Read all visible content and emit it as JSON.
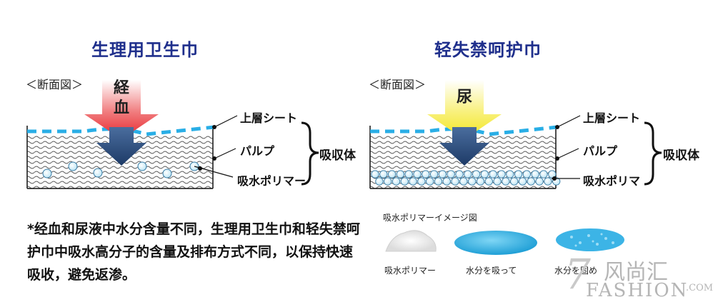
{
  "left": {
    "title": "生理用卫生巾",
    "section": "＜断面図＞",
    "arrow_text": "経血",
    "layers": [
      "上層シート",
      "パルプ",
      "吸水ポリマー"
    ],
    "brace": "吸収体"
  },
  "right": {
    "title": "轻失禁呵护巾",
    "section": "＜断面図＞",
    "arrow_text": "尿",
    "layers": [
      "上層シート",
      "パルプ",
      "吸水ポリマ"
    ],
    "brace": "吸収体"
  },
  "note": "*经血和尿液中水分含量不同，生理用卫生巾和轻失禁呵护巾中吸水高分子的含量及排布方式不同，以保持快速吸收，避免返渗。",
  "legend": {
    "title": "吸水ポリマーイメージ図",
    "captions": [
      "吸水ポリマー",
      "水分を吸って",
      "水分を固め"
    ]
  },
  "watermark": {
    "num": "7",
    "cn": "风尚汇",
    "en": "FASHION",
    "dom": ".COM"
  },
  "colors": {
    "title": "#1f2f8c",
    "dash": "#29aee6",
    "arrow_dark": "#24436e",
    "blood": "#e8242a",
    "urine": "#f2e61c"
  }
}
